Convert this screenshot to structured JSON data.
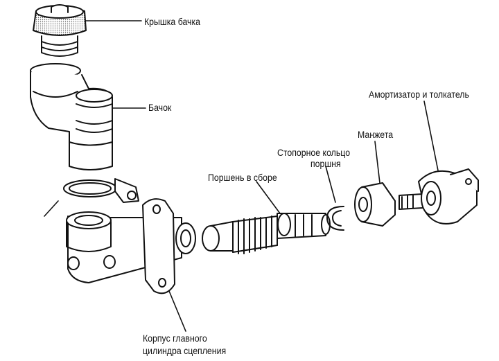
{
  "labels": {
    "cap": "Крышка бачка",
    "reservoir": "Бачок",
    "damper": "Амортизатор и толкатель",
    "cuff": "Манжета",
    "ring_line1": "Стопорное кольцо",
    "ring_line2": "поршня",
    "piston": "Поршень в сборе",
    "body_line1": "Корпус главного",
    "body_line2": "цилиндра сцепления"
  },
  "colors": {
    "ink": "#111111",
    "paper": "#ffffff",
    "shade": "#bdbdbd"
  }
}
